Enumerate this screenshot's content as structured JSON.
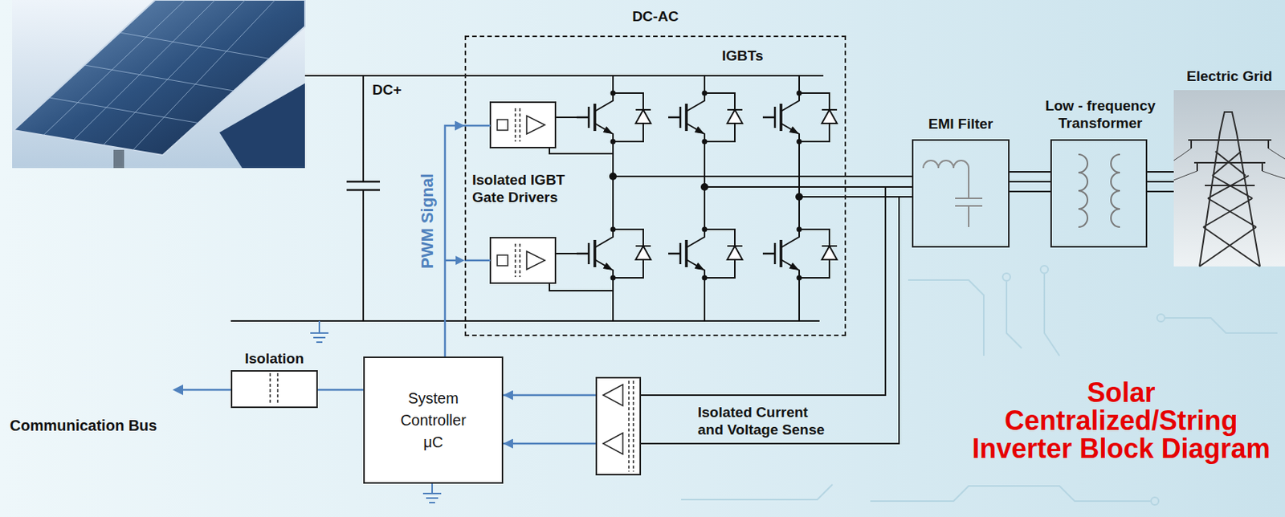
{
  "diagram": {
    "title": "Solar Centralized/String Inverter Block Diagram",
    "nodes": [
      {
        "text": [
          "DC-AC"
        ]
      },
      {
        "text": [
          "EMI Filter"
        ]
      },
      {
        "text": [
          "Low - frequency Transformer"
        ]
      },
      {
        "text": [
          "Electric Grid"
        ]
      },
      {
        "text": [
          "Isolation"
        ]
      },
      {
        "text": [
          "System Controller μC"
        ]
      },
      {
        "text": [
          "Isolated Current and Voltage Sense"
        ]
      }
    ],
    "edges": [
      {
        "from": 0,
        "to": 1,
        "arrow": "none"
      },
      {
        "from": 0,
        "to": 1,
        "arrow": "none"
      },
      {
        "from": 0,
        "to": 1,
        "arrow": "none"
      },
      {
        "from": 1,
        "to": 2,
        "arrow": "none"
      },
      {
        "from": 1,
        "to": 2,
        "arrow": "none"
      },
      {
        "from": 1,
        "to": 2,
        "arrow": "none"
      },
      {
        "from": 2,
        "to": 3,
        "arrow": "none"
      },
      {
        "from": 2,
        "to": 3,
        "arrow": "none"
      },
      {
        "from": 2,
        "to": 3,
        "arrow": "none"
      },
      {
        "from": 5,
        "to": 0,
        "arrow": "to",
        "label": "PWM Signal"
      },
      {
        "from": 6,
        "to": 5,
        "arrow": "to"
      },
      {
        "from": 6,
        "to": 5,
        "arrow": "to"
      },
      {
        "from": 5,
        "to": 4,
        "arrow": "none"
      }
    ],
    "labels": [
      "DC+",
      "IGBTs",
      "Isolated IGBT Gate Drivers",
      "Communication Bus"
    ]
  }
}
